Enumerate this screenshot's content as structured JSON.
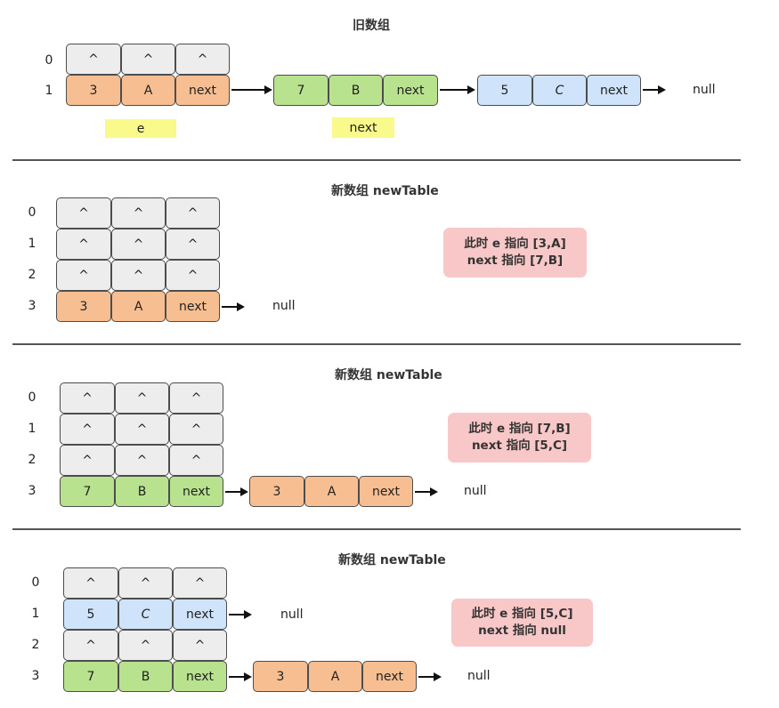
{
  "sections": [
    {
      "title": "旧数组",
      "indices": [
        "0",
        "1"
      ],
      "rows": [
        [
          "^",
          "^",
          "^"
        ],
        [
          "3",
          "A",
          "next"
        ]
      ],
      "chain": [
        [
          "7",
          "B",
          "next"
        ],
        [
          "5",
          "C",
          "next"
        ]
      ],
      "null_label": "null",
      "pointers": {
        "e": "e",
        "next": "next"
      }
    },
    {
      "title": "新数组 newTable",
      "indices": [
        "0",
        "1",
        "2",
        "3"
      ],
      "rows": [
        [
          "^",
          "^",
          "^"
        ],
        [
          "^",
          "^",
          "^"
        ],
        [
          "^",
          "^",
          "^"
        ],
        [
          "3",
          "A",
          "next"
        ]
      ],
      "null_label": "null",
      "note": [
        "此时 e 指向 [3,A]",
        "next 指向 [7,B]"
      ]
    },
    {
      "title": "新数组 newTable",
      "indices": [
        "0",
        "1",
        "2",
        "3"
      ],
      "rows": [
        [
          "^",
          "^",
          "^"
        ],
        [
          "^",
          "^",
          "^"
        ],
        [
          "^",
          "^",
          "^"
        ],
        [
          "7",
          "B",
          "next"
        ]
      ],
      "chain": [
        [
          "3",
          "A",
          "next"
        ]
      ],
      "null_label": "null",
      "note": [
        "此时 e 指向 [7,B]",
        "next 指向 [5,C]"
      ]
    },
    {
      "title": "新数组 newTable",
      "indices": [
        "0",
        "1",
        "2",
        "3"
      ],
      "rows": [
        [
          "^",
          "^",
          "^"
        ],
        [
          "5",
          "C",
          "next"
        ],
        [
          "^",
          "^",
          "^"
        ],
        [
          "7",
          "B",
          "next"
        ]
      ],
      "chain": [
        [
          "3",
          "A",
          "next"
        ]
      ],
      "null_label": "null",
      "null_label_row1": "null",
      "note": [
        "此时 e 指向 [5,C]",
        "next 指向 null"
      ]
    }
  ],
  "colors": {
    "empty": "#ededed",
    "orange": "#f7bf91",
    "green": "#b8e28e",
    "blue": "#cfe3fb",
    "highlight": "#fafa8c",
    "note": "#f8c7c7"
  }
}
